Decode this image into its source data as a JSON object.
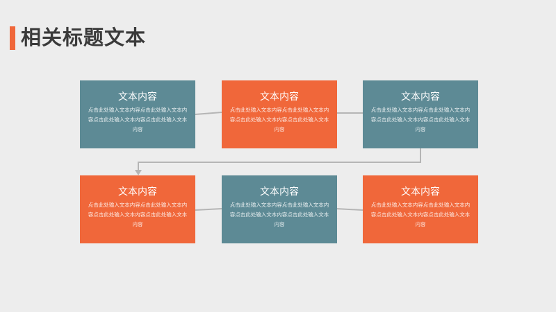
{
  "header": {
    "title": "相关标题文本"
  },
  "colors": {
    "orange": "#f0673a",
    "teal": "#5d8a95",
    "connector": "#b5b5b5"
  },
  "boxes": [
    {
      "title": "文本内容",
      "body": "点击此处输入文本内容点击此处输入文本内容点击此处输入文本内容点击此处输入文本内容",
      "color": "teal"
    },
    {
      "title": "文本内容",
      "body": "点击此处输入文本内容点击此处输入文本内容点击此处输入文本内容点击此处输入文本内容",
      "color": "orange"
    },
    {
      "title": "文本内容",
      "body": "点击此处输入文本内容点击此处输入文本内容点击此处输入文本内容点击此处输入文本内容",
      "color": "teal"
    },
    {
      "title": "文本内容",
      "body": "点击此处输入文本内容点击此处输入文本内容点击此处输入文本内容点击此处输入文本内容",
      "color": "orange"
    },
    {
      "title": "文本内容",
      "body": "点击此处输入文本内容点击此处输入文本内容点击此处输入文本内容点击此处输入文本内容",
      "color": "teal"
    },
    {
      "title": "文本内容",
      "body": "点击此处输入文本内容点击此处输入文本内容点击此处输入文本内容点击此处输入文本内容",
      "color": "orange"
    }
  ]
}
